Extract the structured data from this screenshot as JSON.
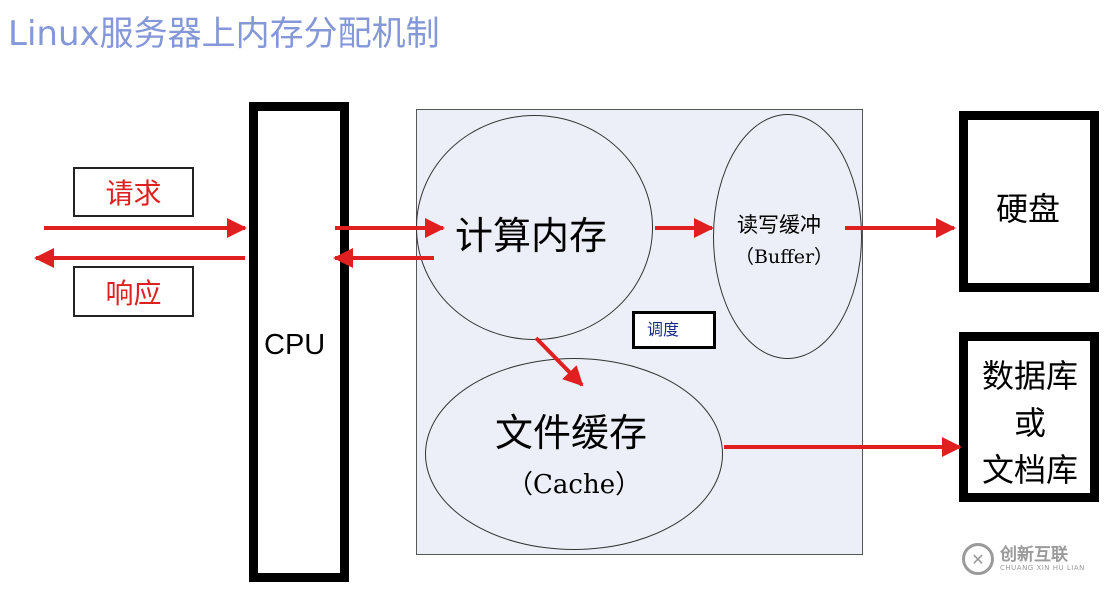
{
  "title": "Linux服务器上内存分配机制",
  "request_label": "请求",
  "response_label": "响应",
  "cpu_label": "CPU",
  "compute_memory_label": "计算内存",
  "buffer_label": "读写缓冲",
  "buffer_en": "（Buffer）",
  "schedule_label": "调度",
  "cache_label": "文件缓存",
  "cache_en": "（Cache）",
  "disk_label": "硬盘",
  "db_lines": [
    "数据库",
    "或",
    "文档库"
  ],
  "watermark": {
    "icon": "创新互联-logo-icon",
    "brand": "创新互联",
    "sub": "CHUANG XIN HU LIAN"
  },
  "colors": {
    "arrow": "#e02020",
    "title": "#8497d8",
    "panel": "#eceff7"
  }
}
